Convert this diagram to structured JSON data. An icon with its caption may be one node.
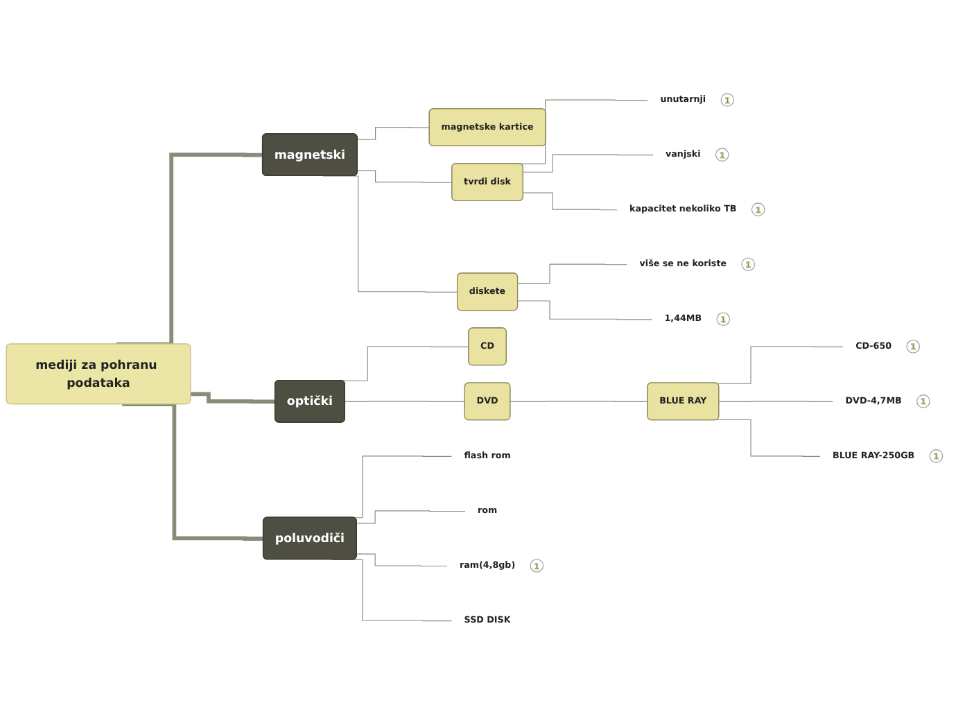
{
  "diagram": {
    "nodes": [
      {
        "text": [
          "mediji za pohranu podataka"
        ]
      },
      {
        "text": [
          "magnetski"
        ]
      },
      {
        "text": [
          "magnetske kartice"
        ]
      },
      {
        "text": [
          "tvrdi disk"
        ]
      },
      {
        "text": [
          "unutarnji"
        ],
        "beside": [
          "1"
        ]
      },
      {
        "text": [
          "vanjski"
        ],
        "beside": [
          "1"
        ]
      },
      {
        "text": [
          "kapacitet nekoliko TB"
        ],
        "beside": [
          "1"
        ]
      },
      {
        "text": [
          "diskete"
        ]
      },
      {
        "text": [
          "više se ne koriste"
        ],
        "beside": [
          "1"
        ]
      },
      {
        "text": [
          "1,44MB"
        ],
        "beside": [
          "1"
        ]
      },
      {
        "text": [
          "optički"
        ]
      },
      {
        "text": [
          "CD"
        ]
      },
      {
        "text": [
          "DVD"
        ]
      },
      {
        "text": [
          "BLUE RAY"
        ]
      },
      {
        "text": [
          "CD-650"
        ],
        "beside": [
          "1"
        ]
      },
      {
        "text": [
          "DVD-4,7MB"
        ],
        "beside": [
          "1"
        ]
      },
      {
        "text": [
          "BLUE RAY-250GB"
        ],
        "beside": [
          "1"
        ]
      },
      {
        "text": [
          "poluvodiči"
        ]
      },
      {
        "text": [
          "flash rom"
        ]
      },
      {
        "text": [
          "rom"
        ]
      },
      {
        "text": [
          "ram(4,8gb)"
        ],
        "beside": [
          "1"
        ]
      },
      {
        "text": [
          "SSD DISK"
        ]
      }
    ],
    "edges": [
      {
        "from": 0,
        "to": 1,
        "arrow": "none",
        "style": "thick"
      },
      {
        "from": 1,
        "to": 2,
        "arrow": "none"
      },
      {
        "from": 1,
        "to": 3,
        "arrow": "none"
      },
      {
        "from": 3,
        "to": 4,
        "arrow": "none"
      },
      {
        "from": 3,
        "to": 5,
        "arrow": "none"
      },
      {
        "from": 3,
        "to": 6,
        "arrow": "none"
      },
      {
        "from": 1,
        "to": 7,
        "arrow": "none"
      },
      {
        "from": 7,
        "to": 8,
        "arrow": "none"
      },
      {
        "from": 7,
        "to": 9,
        "arrow": "none"
      },
      {
        "from": 0,
        "to": 10,
        "arrow": "none",
        "style": "thick"
      },
      {
        "from": 10,
        "to": 11,
        "arrow": "none"
      },
      {
        "from": 10,
        "to": 12,
        "arrow": "none"
      },
      {
        "from": 12,
        "to": 13,
        "arrow": "none"
      },
      {
        "from": 13,
        "to": 14,
        "arrow": "none"
      },
      {
        "from": 13,
        "to": 15,
        "arrow": "none"
      },
      {
        "from": 13,
        "to": 16,
        "arrow": "none"
      },
      {
        "from": 0,
        "to": 17,
        "arrow": "none",
        "style": "thick"
      },
      {
        "from": 17,
        "to": 18,
        "arrow": "none"
      },
      {
        "from": 17,
        "to": 19,
        "arrow": "none"
      },
      {
        "from": 17,
        "to": 20,
        "arrow": "none"
      },
      {
        "from": 17,
        "to": 21,
        "arrow": "none"
      }
    ]
  }
}
